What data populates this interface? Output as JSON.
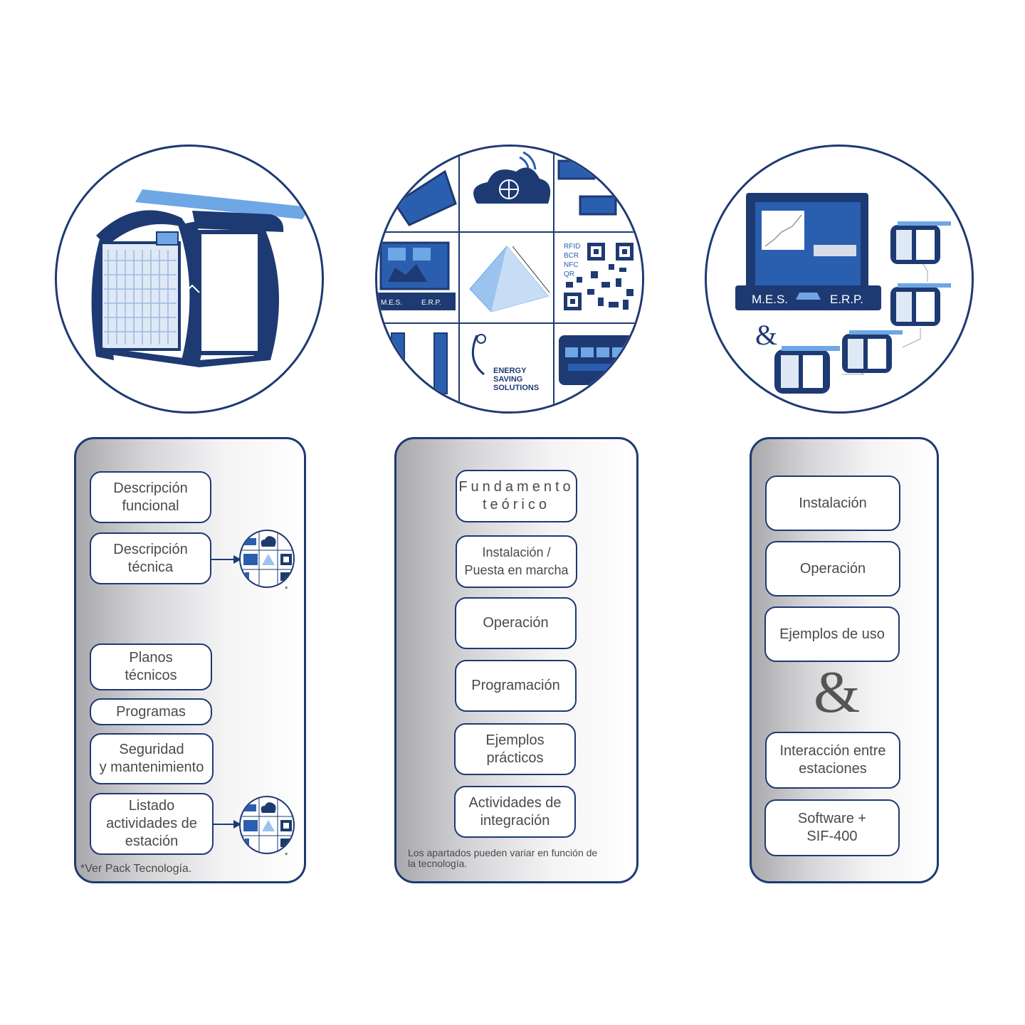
{
  "circle_labels": {
    "energy": [
      "ENERGY",
      "SAVING",
      "SOLUTIONS"
    ],
    "mes": "M.E.S.",
    "erp": "E.R.P.",
    "id_tech": [
      "RFID",
      "BCR",
      "NFC",
      "QR"
    ],
    "ampersand": "&"
  },
  "panel1": {
    "items": [
      "Descripción\nfuncional",
      "Descripción\ntécnica",
      "Planos\ntécnicos",
      "Programas",
      "Seguridad\ny mantenimiento",
      "Listado\nactividades de\nestación"
    ],
    "star": "*",
    "footnote": "*Ver Pack Tecnología."
  },
  "panel2": {
    "items": [
      "Fundamento\nteórico",
      "Instalación  /\nPuesta en marcha",
      "Operación",
      "Programación",
      "Ejemplos\nprácticos",
      "Actividades de\nintegración"
    ],
    "footnote": "Los apartados pueden variar en función de\nla tecnología."
  },
  "panel3": {
    "items": [
      "Instalación",
      "Operación",
      "Ejemplos de uso",
      "Interacción entre\nestaciones",
      "Software +\nSIF-400"
    ],
    "ampersand": "&"
  },
  "colors": {
    "navy": "#1e3a72",
    "blue": "#2a5fb0",
    "light_blue": "#6ea6e6",
    "text": "#4a4a4a"
  }
}
